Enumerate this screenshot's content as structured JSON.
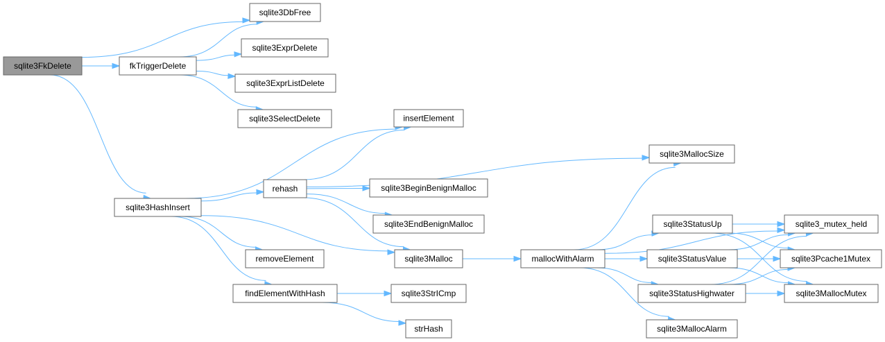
{
  "nodes": {
    "sqlite3FkDelete": "sqlite3FkDelete",
    "fkTriggerDelete": "fkTriggerDelete",
    "sqlite3DbFree": "sqlite3DbFree",
    "sqlite3ExprDelete": "sqlite3ExprDelete",
    "sqlite3ExprListDelete": "sqlite3ExprListDelete",
    "sqlite3SelectDelete": "sqlite3SelectDelete",
    "insertElement": "insertElement",
    "sqlite3MallocSize": "sqlite3MallocSize",
    "sqlite3HashInsert": "sqlite3HashInsert",
    "rehash": "rehash",
    "sqlite3BeginBenignMalloc": "sqlite3BeginBenignMalloc",
    "sqlite3EndBenignMalloc": "sqlite3EndBenignMalloc",
    "sqlite3Malloc": "sqlite3Malloc",
    "removeElement": "removeElement",
    "findElementWithHash": "findElementWithHash",
    "sqlite3StrICmp": "sqlite3StrICmp",
    "strHash": "strHash",
    "mallocWithAlarm": "mallocWithAlarm",
    "sqlite3StatusUp": "sqlite3StatusUp",
    "sqlite3StatusValue": "sqlite3StatusValue",
    "sqlite3StatusHighwater": "sqlite3StatusHighwater",
    "sqlite3MallocAlarm": "sqlite3MallocAlarm",
    "sqlite3_mutex_held": "sqlite3_mutex_held",
    "sqlite3Pcache1Mutex": "sqlite3Pcache1Mutex",
    "sqlite3MallocMutex": "sqlite3MallocMutex"
  },
  "edges": [
    [
      "sqlite3FkDelete",
      "fkTriggerDelete"
    ],
    [
      "sqlite3FkDelete",
      "sqlite3DbFree"
    ],
    [
      "sqlite3FkDelete",
      "sqlite3HashInsert"
    ],
    [
      "fkTriggerDelete",
      "sqlite3DbFree"
    ],
    [
      "fkTriggerDelete",
      "sqlite3ExprDelete"
    ],
    [
      "fkTriggerDelete",
      "sqlite3ExprListDelete"
    ],
    [
      "fkTriggerDelete",
      "sqlite3SelectDelete"
    ],
    [
      "sqlite3HashInsert",
      "insertElement"
    ],
    [
      "sqlite3HashInsert",
      "rehash"
    ],
    [
      "sqlite3HashInsert",
      "sqlite3Malloc"
    ],
    [
      "sqlite3HashInsert",
      "removeElement"
    ],
    [
      "sqlite3HashInsert",
      "findElementWithHash"
    ],
    [
      "rehash",
      "insertElement"
    ],
    [
      "rehash",
      "sqlite3MallocSize"
    ],
    [
      "rehash",
      "sqlite3BeginBenignMalloc"
    ],
    [
      "rehash",
      "sqlite3EndBenignMalloc"
    ],
    [
      "rehash",
      "sqlite3Malloc"
    ],
    [
      "sqlite3Malloc",
      "mallocWithAlarm"
    ],
    [
      "findElementWithHash",
      "sqlite3StrICmp"
    ],
    [
      "findElementWithHash",
      "strHash"
    ],
    [
      "mallocWithAlarm",
      "sqlite3MallocSize"
    ],
    [
      "mallocWithAlarm",
      "sqlite3_mutex_held"
    ],
    [
      "mallocWithAlarm",
      "sqlite3StatusUp"
    ],
    [
      "mallocWithAlarm",
      "sqlite3StatusValue"
    ],
    [
      "mallocWithAlarm",
      "sqlite3StatusHighwater"
    ],
    [
      "mallocWithAlarm",
      "sqlite3MallocAlarm"
    ],
    [
      "sqlite3StatusUp",
      "sqlite3_mutex_held"
    ],
    [
      "sqlite3StatusUp",
      "sqlite3Pcache1Mutex"
    ],
    [
      "sqlite3StatusUp",
      "sqlite3MallocMutex"
    ],
    [
      "sqlite3StatusValue",
      "sqlite3_mutex_held"
    ],
    [
      "sqlite3StatusValue",
      "sqlite3Pcache1Mutex"
    ],
    [
      "sqlite3StatusValue",
      "sqlite3MallocMutex"
    ],
    [
      "sqlite3StatusHighwater",
      "sqlite3_mutex_held"
    ],
    [
      "sqlite3StatusHighwater",
      "sqlite3Pcache1Mutex"
    ],
    [
      "sqlite3StatusHighwater",
      "sqlite3MallocMutex"
    ]
  ],
  "colors": {
    "edge": "#63b8ff",
    "node_border": "#666666",
    "root_fill": "#999999",
    "node_fill": "#ffffff"
  }
}
